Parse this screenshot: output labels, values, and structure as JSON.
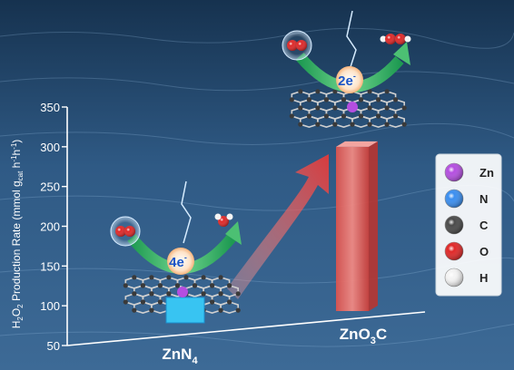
{
  "chart_data": {
    "type": "bar",
    "categories": [
      "ZnN4",
      "ZnO3C"
    ],
    "category_labels": [
      {
        "main": "ZnN",
        "sub": "4",
        "tail": ""
      },
      {
        "main": "ZnO",
        "sub": "3",
        "tail": "C"
      }
    ],
    "values": [
      100,
      300
    ],
    "ylim": [
      50,
      350
    ],
    "yticks": [
      50,
      100,
      150,
      200,
      250,
      300,
      350
    ],
    "ylabel": {
      "p1": "H",
      "s1": "2",
      "p2": "O",
      "s2": "2",
      "p3": " Production Rate  (mmol g",
      "s3": "cat",
      "p4": " h",
      "sup1": "-1",
      "p5": "h",
      "sup2": "-1",
      "p6": ")"
    },
    "annotations": {
      "left_electrons": "4e",
      "right_electrons": "2e",
      "superscript": "-"
    },
    "legend": {
      "position": "right",
      "items": [
        {
          "label": "Zn",
          "color": "#b44ee0"
        },
        {
          "label": "N",
          "color": "#3a8ef0"
        },
        {
          "label": "C",
          "color": "#4a4a4a"
        },
        {
          "label": "O",
          "color": "#e02828"
        },
        {
          "label": "H",
          "color": "#f4f4f4"
        }
      ]
    },
    "bar_color": "#e06a6a",
    "grid": false
  }
}
